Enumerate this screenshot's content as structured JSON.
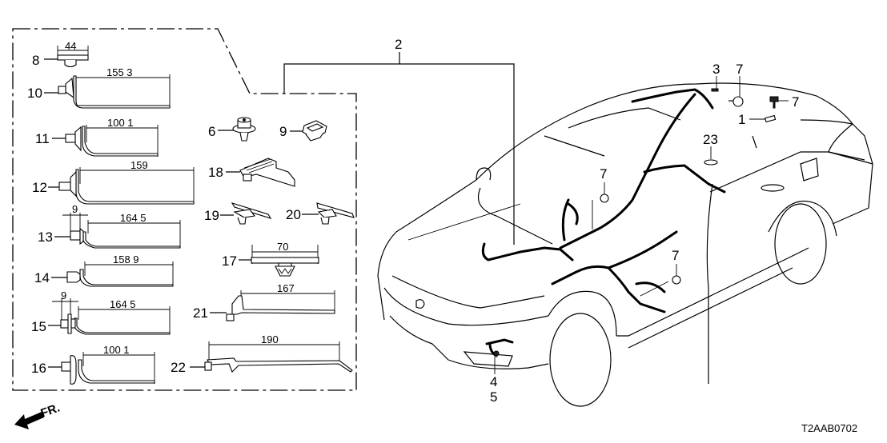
{
  "diagram": {
    "type": "parts-exploded-view",
    "subject": "Wire harness",
    "diagram_code": "T2AAB0702",
    "direction_marker": "FR.",
    "parts_list_panel": {
      "items": [
        {
          "ref": "8",
          "dimension": "44"
        },
        {
          "ref": "10",
          "dimension": "155 3"
        },
        {
          "ref": "11",
          "dimension": "100 1"
        },
        {
          "ref": "12",
          "dimension": "159"
        },
        {
          "ref": "13",
          "dimension_secondary": "9",
          "dimension": "164 5"
        },
        {
          "ref": "14",
          "dimension": "158 9"
        },
        {
          "ref": "15",
          "dimension_secondary": "9",
          "dimension": "164 5"
        },
        {
          "ref": "16",
          "dimension": "100 1"
        },
        {
          "ref": "6"
        },
        {
          "ref": "9"
        },
        {
          "ref": "18"
        },
        {
          "ref": "19"
        },
        {
          "ref": "20"
        },
        {
          "ref": "17",
          "dimension": "70"
        },
        {
          "ref": "21",
          "dimension": "167"
        },
        {
          "ref": "22",
          "dimension": "190"
        }
      ]
    },
    "vehicle_callouts": [
      {
        "ref": "2"
      },
      {
        "ref": "3"
      },
      {
        "ref": "7"
      },
      {
        "ref": "7"
      },
      {
        "ref": "1"
      },
      {
        "ref": "23"
      },
      {
        "ref": "7"
      },
      {
        "ref": "7"
      },
      {
        "ref": "4"
      },
      {
        "ref": "5"
      }
    ]
  }
}
